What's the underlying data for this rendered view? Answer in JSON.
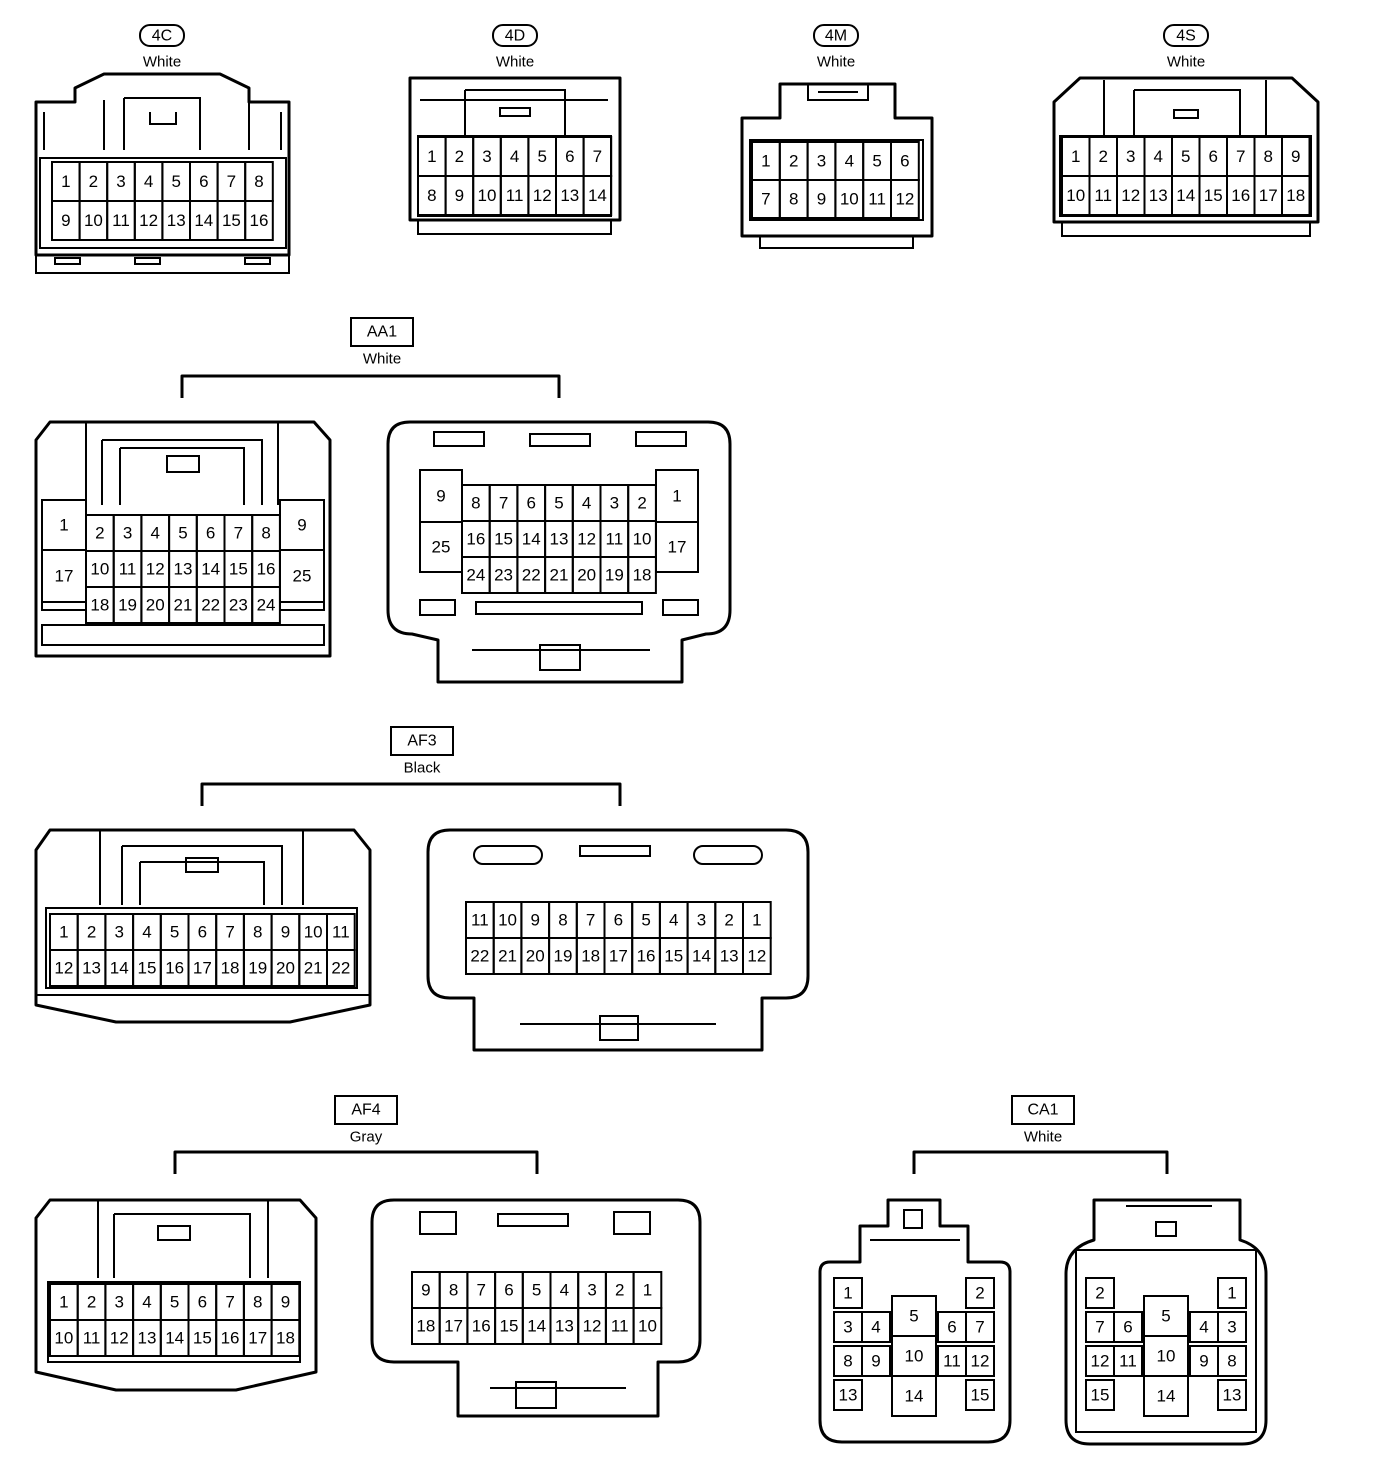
{
  "connectors": [
    {
      "id": "4C",
      "color": "White",
      "pins": [
        [
          "1",
          "2",
          "3",
          "4",
          "5",
          "6",
          "7",
          "8"
        ],
        [
          "9",
          "10",
          "11",
          "12",
          "13",
          "14",
          "15",
          "16"
        ]
      ]
    },
    {
      "id": "4D",
      "color": "White",
      "pins": [
        [
          "1",
          "2",
          "3",
          "4",
          "5",
          "6",
          "7"
        ],
        [
          "8",
          "9",
          "10",
          "11",
          "12",
          "13",
          "14"
        ]
      ]
    },
    {
      "id": "4M",
      "color": "White",
      "pins": [
        [
          "1",
          "2",
          "3",
          "4",
          "5",
          "6"
        ],
        [
          "7",
          "8",
          "9",
          "10",
          "11",
          "12"
        ]
      ]
    },
    {
      "id": "4S",
      "color": "White",
      "pins": [
        [
          "1",
          "2",
          "3",
          "4",
          "5",
          "6",
          "7",
          "8",
          "9"
        ],
        [
          "10",
          "11",
          "12",
          "13",
          "14",
          "15",
          "16",
          "17",
          "18"
        ]
      ]
    },
    {
      "id": "AA1",
      "color": "White",
      "front_side": {
        "left_pins": [
          "1",
          "17"
        ],
        "right_pins": [
          "9",
          "25"
        ],
        "center": [
          [
            "2",
            "3",
            "4",
            "5",
            "6",
            "7",
            "8"
          ],
          [
            "10",
            "11",
            "12",
            "13",
            "14",
            "15",
            "16"
          ],
          [
            "18",
            "19",
            "20",
            "21",
            "22",
            "23",
            "24"
          ]
        ]
      },
      "mating_side": {
        "left_pins": [
          "9",
          "25"
        ],
        "right_pins": [
          "1",
          "17"
        ],
        "center": [
          [
            "8",
            "7",
            "6",
            "5",
            "4",
            "3",
            "2"
          ],
          [
            "16",
            "15",
            "14",
            "13",
            "12",
            "11",
            "10"
          ],
          [
            "24",
            "23",
            "22",
            "21",
            "20",
            "19",
            "18"
          ]
        ]
      }
    },
    {
      "id": "AF3",
      "color": "Black",
      "front_side": [
        [
          "1",
          "2",
          "3",
          "4",
          "5",
          "6",
          "7",
          "8",
          "9",
          "10",
          "11"
        ],
        [
          "12",
          "13",
          "14",
          "15",
          "16",
          "17",
          "18",
          "19",
          "20",
          "21",
          "22"
        ]
      ],
      "mating_side": [
        [
          "11",
          "10",
          "9",
          "8",
          "7",
          "6",
          "5",
          "4",
          "3",
          "2",
          "1"
        ],
        [
          "22",
          "21",
          "20",
          "19",
          "18",
          "17",
          "16",
          "15",
          "14",
          "13",
          "12"
        ]
      ]
    },
    {
      "id": "AF4",
      "color": "Gray",
      "front_side": [
        [
          "1",
          "2",
          "3",
          "4",
          "5",
          "6",
          "7",
          "8",
          "9"
        ],
        [
          "10",
          "11",
          "12",
          "13",
          "14",
          "15",
          "16",
          "17",
          "18"
        ]
      ],
      "mating_side": [
        [
          "9",
          "8",
          "7",
          "6",
          "5",
          "4",
          "3",
          "2",
          "1"
        ],
        [
          "18",
          "17",
          "16",
          "15",
          "14",
          "13",
          "12",
          "11",
          "10"
        ]
      ]
    },
    {
      "id": "CA1",
      "color": "White",
      "front_side": [
        "1",
        "2",
        "3",
        "4",
        "5",
        "6",
        "7",
        "8",
        "9",
        "10",
        "11",
        "12",
        "13",
        "14",
        "15"
      ],
      "mating_side": [
        "2",
        "1",
        "7",
        "6",
        "5",
        "4",
        "3",
        "12",
        "11",
        "10",
        "9",
        "8",
        "15",
        "14",
        "13"
      ]
    }
  ]
}
